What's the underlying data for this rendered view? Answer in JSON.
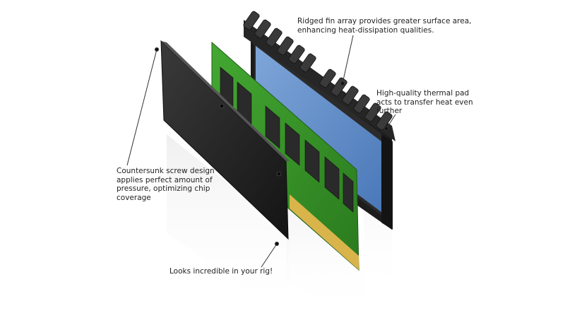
{
  "callouts": {
    "fin_array": [
      "Ridged fin array provides greater surface area,",
      "enhancing heat-dissipation qualities."
    ],
    "thermal_pad": [
      "High-quality thermal pad",
      "acts to transfer heat even",
      "further"
    ],
    "screw_design": [
      "Countersunk screw design",
      "applies perfect amount of",
      "pressure, optimizing chip",
      "coverage"
    ],
    "rig": [
      "Looks incredible in your rig!"
    ]
  },
  "colors": {
    "pcb": "#2e8b22",
    "pcb_dark": "#1f5e17",
    "chip": "#2a2a2a",
    "thermal_pad": "#5b88c4",
    "heatsink": "#1e1e1e",
    "gold_contacts": "#d9b44a"
  }
}
